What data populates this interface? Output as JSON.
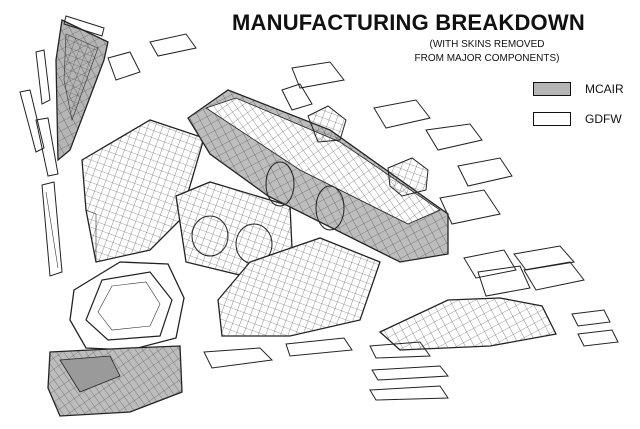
{
  "title": "MANUFACTURING BREAKDOWN",
  "subtitle": [
    "(WITH SKINS REMOVED",
    "FROM MAJOR COMPONENTS)"
  ],
  "legend": [
    {
      "label": "MCAIR",
      "color": "#b5b5b5"
    },
    {
      "label": "GDFW",
      "color": "#ffffff"
    }
  ],
  "colors": {
    "mcair_fill": "#b5b5b5",
    "gdfw_fill": "#ffffff",
    "ink": "#222222"
  }
}
